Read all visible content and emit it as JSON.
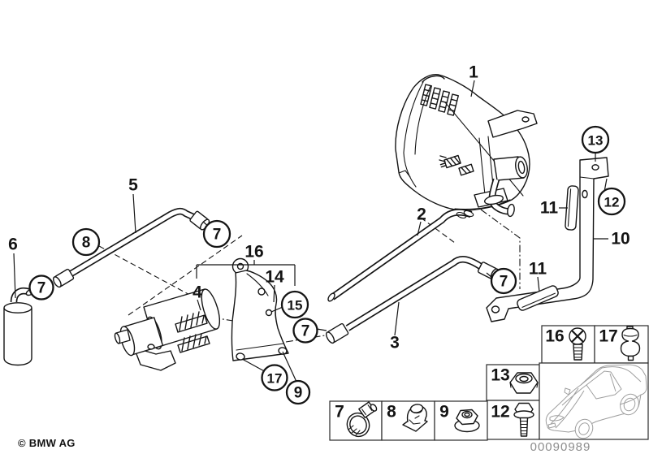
{
  "colors": {
    "ink": "#141414",
    "cell_border": "#2a2a2a",
    "muted_number": "#8d8d8d",
    "background": "#ffffff"
  },
  "diagram": {
    "callouts_plain": [
      {
        "ref": "1"
      },
      {
        "ref": "2"
      },
      {
        "ref": "3"
      },
      {
        "ref": "4"
      },
      {
        "ref": "5"
      },
      {
        "ref": "6"
      },
      {
        "ref": "10"
      },
      {
        "ref": "11"
      },
      {
        "ref": "11"
      },
      {
        "ref": "14"
      },
      {
        "ref": "16"
      }
    ],
    "callouts_circled": [
      {
        "ref": "7"
      },
      {
        "ref": "8"
      },
      {
        "ref": "7"
      },
      {
        "ref": "15"
      },
      {
        "ref": "7"
      },
      {
        "ref": "17"
      },
      {
        "ref": "9"
      },
      {
        "ref": "7"
      },
      {
        "ref": "13"
      },
      {
        "ref": "12"
      }
    ]
  },
  "legend": {
    "cells": [
      {
        "ref": "16",
        "icon": "screw-icon"
      },
      {
        "ref": "17",
        "icon": "rubber-buffer-icon"
      },
      {
        "ref": "13",
        "icon": "hex-nut-icon"
      },
      {
        "ref": "12",
        "icon": "flange-bolt-icon"
      },
      {
        "ref": "7",
        "icon": "hose-clamp-icon"
      },
      {
        "ref": "8",
        "icon": "retaining-clip-icon"
      },
      {
        "ref": "9",
        "icon": "flange-nut-icon"
      }
    ],
    "vehicle_thumbnail": "bmw-coupe-outline"
  },
  "footer": {
    "copyright": "© BMW AG",
    "diagram_number": "00090989"
  }
}
